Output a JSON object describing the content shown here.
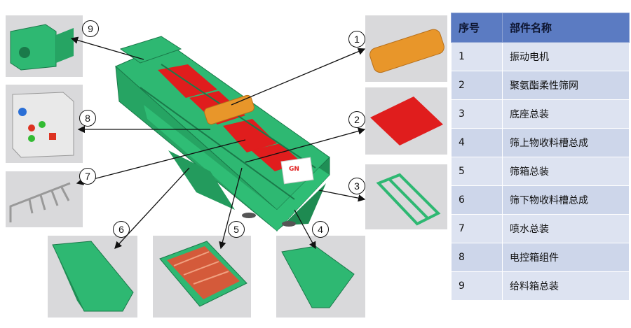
{
  "table": {
    "headers": [
      "序号",
      "部件名称"
    ],
    "rows": [
      {
        "no": "1",
        "name": "振动电机"
      },
      {
        "no": "2",
        "name": "聚氨酯柔性筛网"
      },
      {
        "no": "3",
        "name": "底座总装"
      },
      {
        "no": "4",
        "name": "筛上物收料槽总成"
      },
      {
        "no": "5",
        "name": "筛箱总装"
      },
      {
        "no": "6",
        "name": "筛下物收料槽总成"
      },
      {
        "no": "7",
        "name": "喷水总装"
      },
      {
        "no": "8",
        "name": "电控箱组件"
      },
      {
        "no": "9",
        "name": "给料箱总装"
      }
    ]
  },
  "callouts": [
    "9",
    "8",
    "7",
    "6",
    "5",
    "4",
    "3",
    "2",
    "1"
  ],
  "colors": {
    "machine_green": "#2eb872",
    "screen_red": "#e01d1d",
    "motor_orange": "#e8962a",
    "panel_gray": "#d9d9db",
    "table_header": "#5b7bc2"
  }
}
